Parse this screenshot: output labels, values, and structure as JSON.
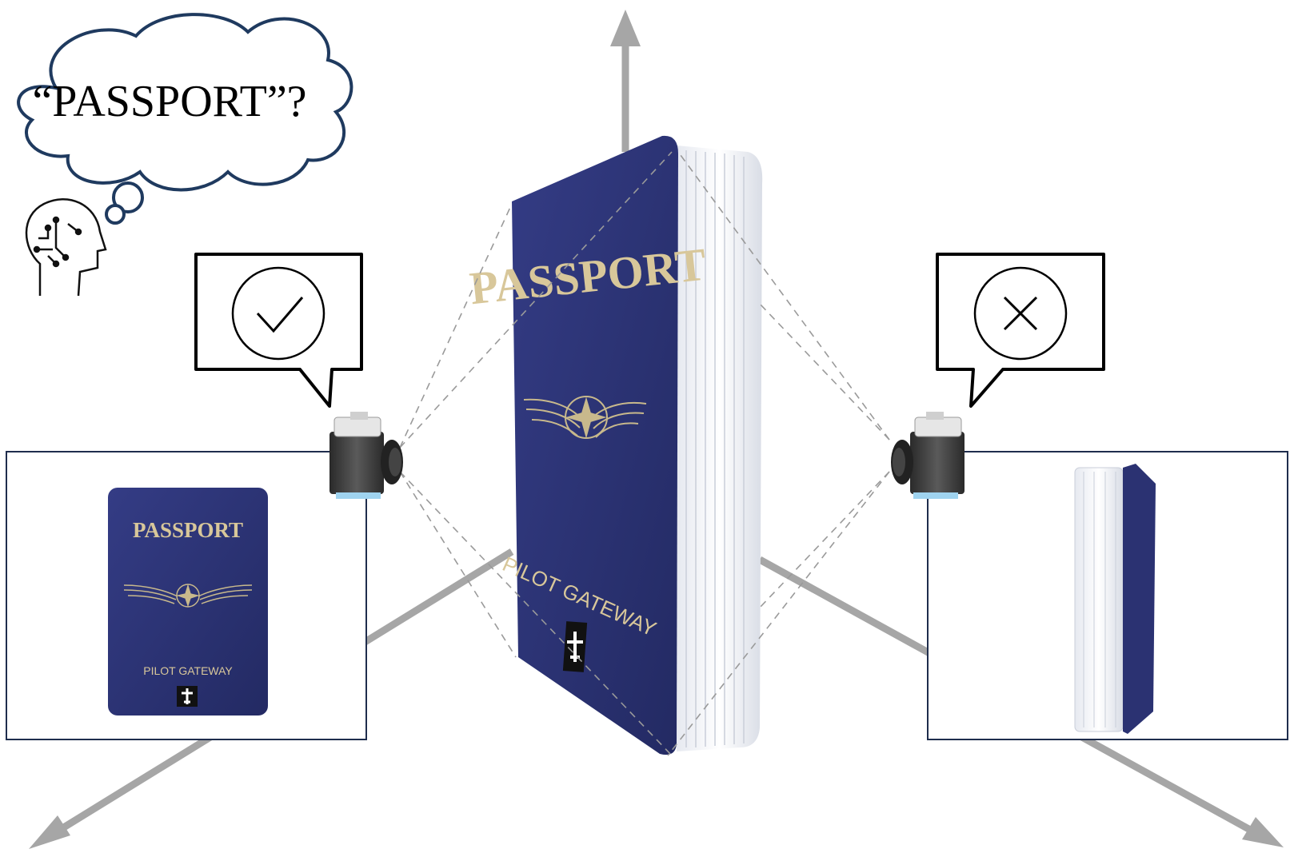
{
  "thought": {
    "text": "“PASSPORT”?"
  },
  "passport": {
    "title": "PASSPORT",
    "subtitle": "PILOT GATEWAY",
    "cover_color": "#2b3272",
    "page_color": "#f2f4f8"
  },
  "views": {
    "front": {
      "verdict": "correct",
      "verdict_icon": "check-icon"
    },
    "side": {
      "verdict": "incorrect",
      "verdict_icon": "cross-icon"
    }
  },
  "colors": {
    "axis": "#a6a6a6",
    "frame": "#1f2d4d",
    "cloud": "#1f3a5f"
  }
}
